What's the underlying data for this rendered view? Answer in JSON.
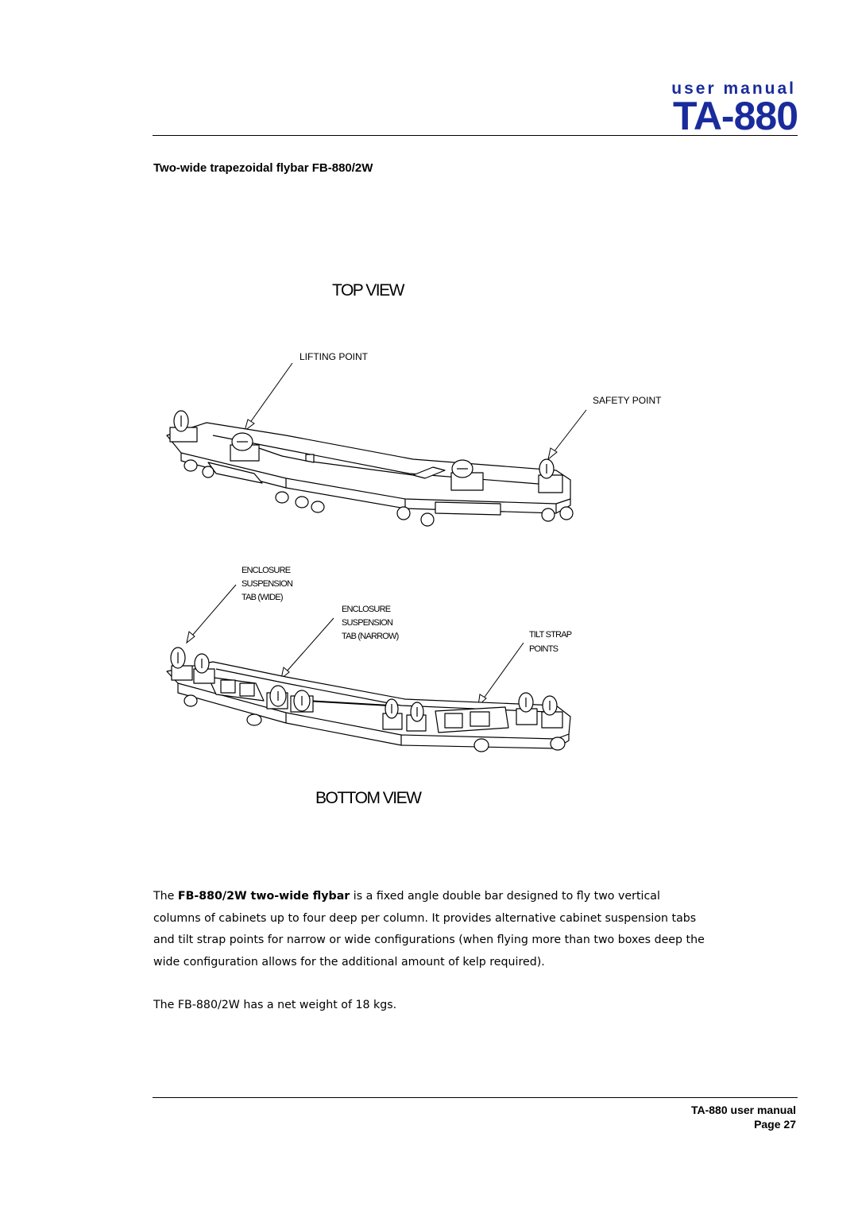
{
  "header": {
    "subtitle": "user manual",
    "product": "TA-880",
    "brand_color": "#1a2b9c"
  },
  "section": {
    "heading": "Two-wide trapezoidal flybar FB-880/2W"
  },
  "figure": {
    "top_view_title": "TOP VIEW",
    "bottom_view_title": "BOTTOM VIEW",
    "labels": {
      "lifting_point": "LIFTING POINT",
      "safety_point": "SAFETY POINT",
      "wide_1": "ENCLOSURE",
      "wide_2": "SUSPENSION",
      "wide_3": "TAB (WIDE)",
      "narrow_1": "ENCLOSURE",
      "narrow_2": "SUSPENSION",
      "narrow_3": "TAB (NARROW)",
      "tilt_1": "TILT STRAP",
      "tilt_2": "POINTS"
    }
  },
  "body": {
    "p1_pre": "The ",
    "p1_bold": "FB-880/2W two-wide flybar",
    "p1_post": " is a fixed angle double bar designed to fly two vertical columns of cabinets up to four deep per column. It provides alternative cabinet suspension tabs and tilt strap points for narrow or wide configurations (when flying more than two boxes deep the wide configuration allows for the additional amount of kelp required).",
    "p2": "The FB-880/2W has a net weight of 18 kgs."
  },
  "footer": {
    "manual": "TA-880 user manual",
    "page": "Page 27"
  }
}
